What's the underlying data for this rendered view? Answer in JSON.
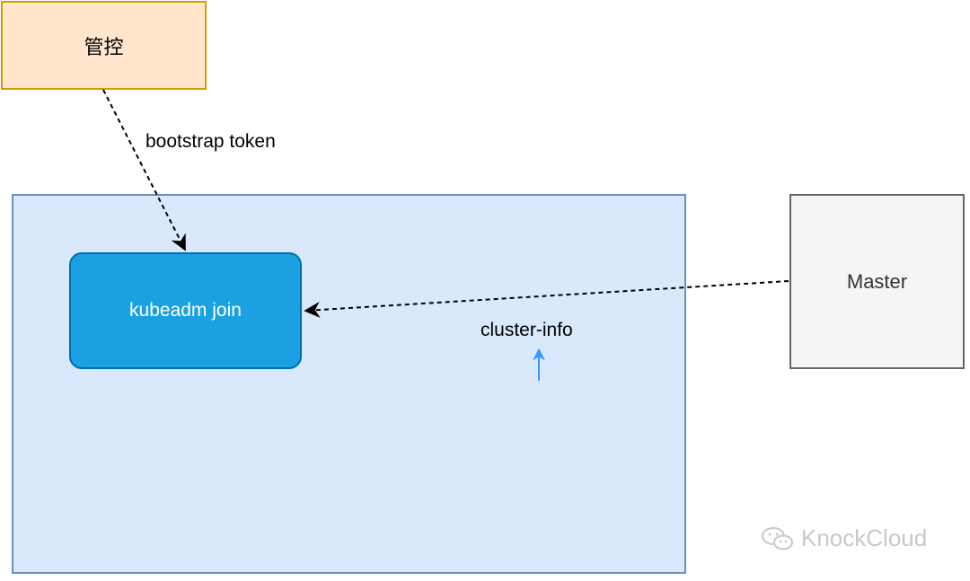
{
  "diagram": {
    "control_label": "管控",
    "token_label": "bootstrap token",
    "join_label": "kubeadm join",
    "master_label": "Master",
    "cluster_info_label": "cluster-info",
    "watermark": "KnockCloud"
  },
  "colors": {
    "control_fill": "#ffe6cc",
    "control_border": "#d79b00",
    "region_fill": "#dae8fc",
    "region_border": "#6c8ebf",
    "join_fill": "#1ba1e2",
    "master_fill": "#f5f5f5",
    "arrow_blue": "#3399ff"
  },
  "icons": [
    "wechat-icon"
  ]
}
